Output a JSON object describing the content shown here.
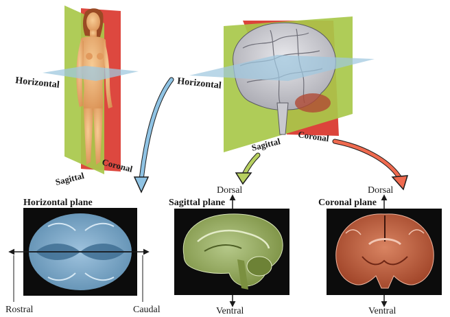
{
  "figure": {
    "labels": {
      "horizontal_left": "Horizontal",
      "sagittal_left": "Sagittal",
      "coronal_left": "Coronal",
      "horizontal_right": "Horizontal",
      "sagittal_right": "Sagittal",
      "coronal_right": "Coronal"
    },
    "panels": {
      "horizontal": {
        "title": "Horizontal plane",
        "axis_left": "Rostral",
        "axis_right": "Caudal"
      },
      "sagittal": {
        "title": "Sagittal plane",
        "axis_top": "Dorsal",
        "axis_bottom": "Ventral"
      },
      "coronal": {
        "title": "Coronal plane",
        "axis_top": "Dorsal",
        "axis_bottom": "Ventral"
      }
    },
    "colors": {
      "horizontal_plane": "#9fc8df",
      "sagittal_plane": "#a8c84a",
      "coronal_plane": "#d9342a",
      "horizontal_slice": "#6f9fbf",
      "sagittal_slice": "#8fa356",
      "coronal_slice": "#b8553a",
      "skin": "#f0b67a"
    }
  }
}
